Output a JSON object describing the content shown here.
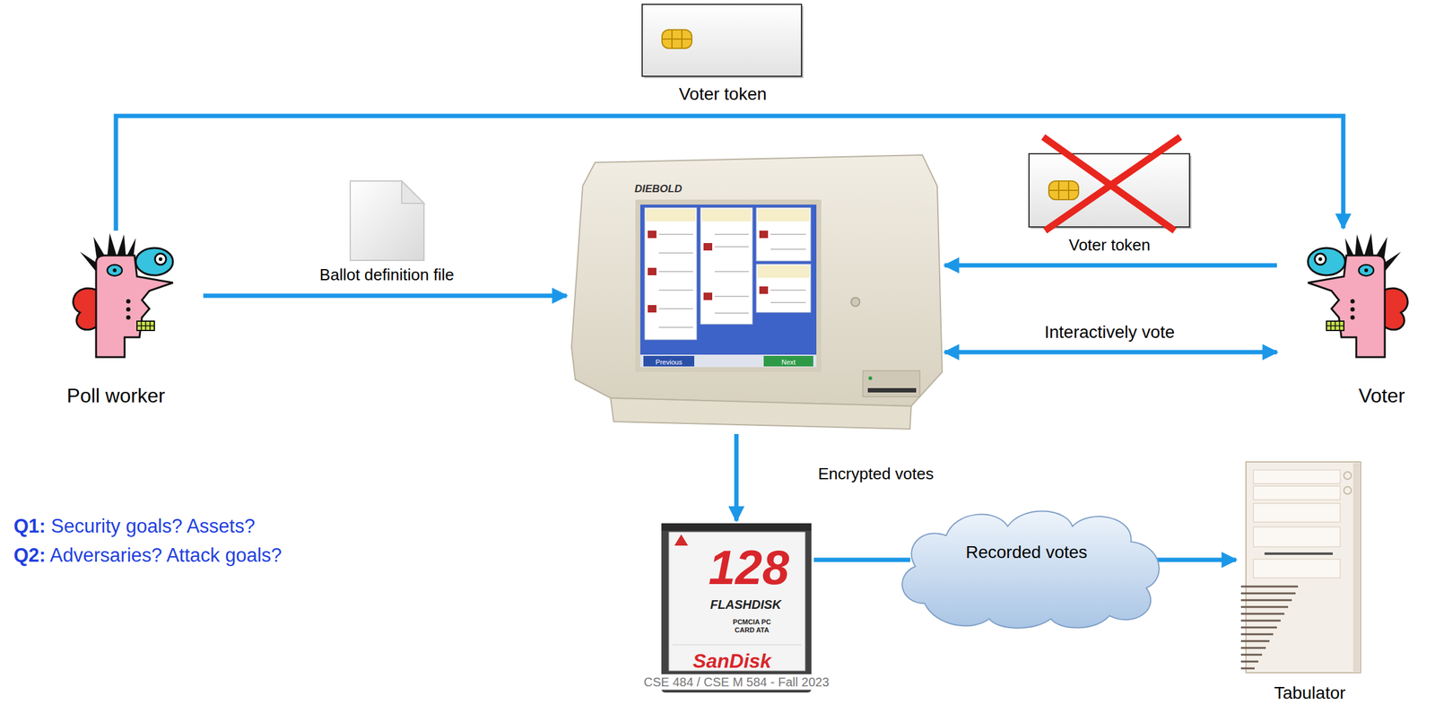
{
  "diagram": {
    "nodes": [
      {
        "text": [
          "Poll worker"
        ]
      },
      {
        "text": [
          "DIEBOLD",
          "Previous",
          "Next"
        ]
      },
      {
        "text": [
          "Voter"
        ]
      },
      {
        "text": [
          "128",
          "FLASHDISK",
          "PCMCIA PC CARD ATA",
          "SanDisk"
        ]
      },
      {
        "text": [
          "Recorded votes"
        ]
      },
      {
        "text": [
          "Tabulator"
        ]
      }
    ],
    "edges": [
      {
        "from": 0,
        "to": 2,
        "arrow": "to",
        "label": "Voter token"
      },
      {
        "from": 0,
        "to": 1,
        "arrow": "to",
        "label": "Ballot definition file"
      },
      {
        "from": 2,
        "to": 1,
        "arrow": "to",
        "label": "Voter token"
      },
      {
        "from": 1,
        "to": 2,
        "arrow": "both",
        "label": "Interactively vote"
      },
      {
        "from": 1,
        "to": 3,
        "arrow": "to",
        "label": "Encrypted votes"
      },
      {
        "from": 3,
        "to": 4,
        "arrow": "none"
      },
      {
        "from": 4,
        "to": 5,
        "arrow": "to"
      }
    ],
    "labels": [
      "Q1: Security goals? Assets?",
      "Q2: Adversaries? Attack goals?",
      "CSE 484 / CSE M 584 - Fall 2023"
    ]
  }
}
